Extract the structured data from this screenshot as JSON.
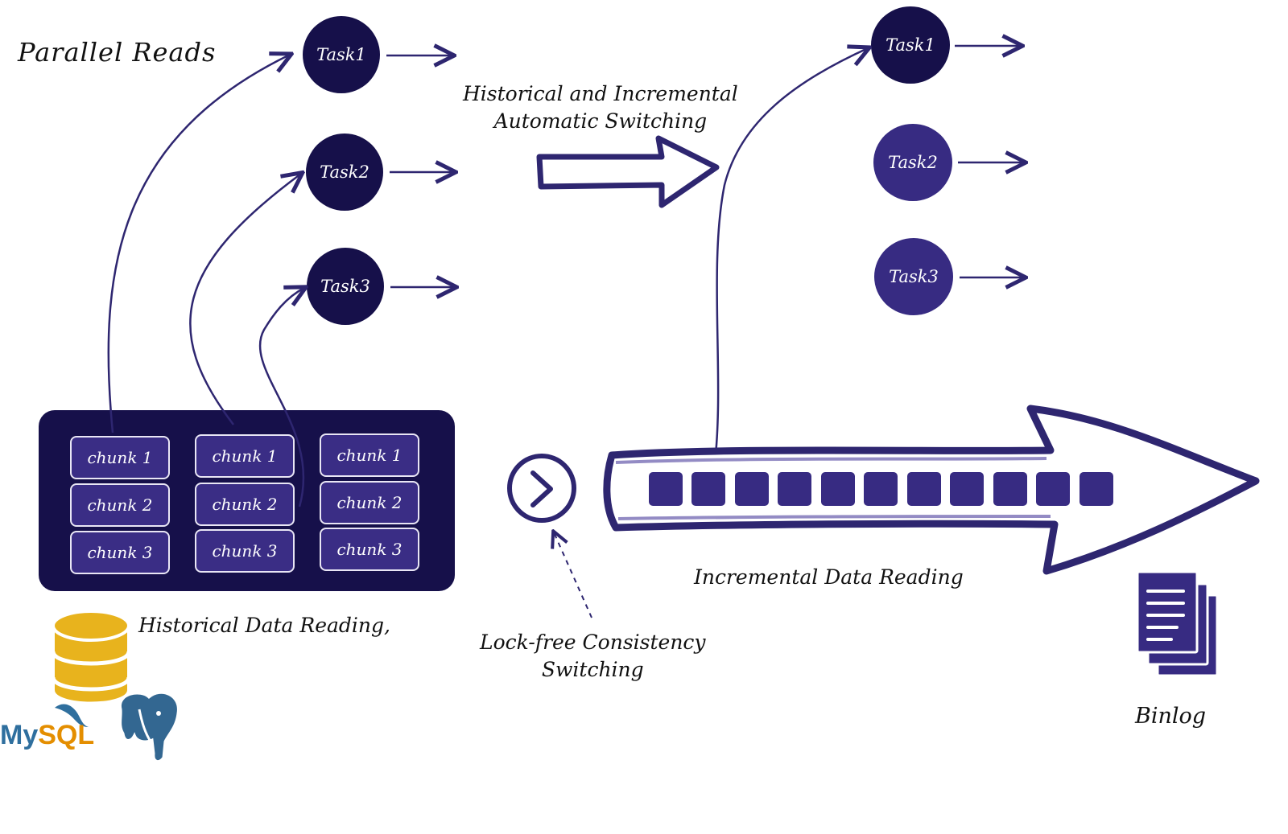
{
  "title": "Parallel Reads",
  "switch_label": [
    "Historical and Incremental",
    "Automatic Switching"
  ],
  "historical_label": "Historical Data Reading,",
  "lock_label": [
    "Lock-free Consistency",
    "Switching"
  ],
  "incremental_label": "Incremental Data Reading",
  "binlog_label": "Binlog",
  "left_tasks": [
    "Task1",
    "Task2",
    "Task3"
  ],
  "right_tasks": [
    "Task1",
    "Task2",
    "Task3"
  ],
  "chunk_columns": [
    [
      "chunk 1",
      "chunk 2",
      "chunk 3"
    ],
    [
      "chunk 1",
      "chunk 2",
      "chunk 3"
    ],
    [
      "chunk 1",
      "chunk 2",
      "chunk 3"
    ]
  ],
  "logo": {
    "mysql_my": "My",
    "mysql_sql": "SQL"
  },
  "colors": {
    "dark": "#16104a",
    "mid": "#372b82",
    "line": "#2e2670",
    "db_gold": "#e8b31d"
  }
}
